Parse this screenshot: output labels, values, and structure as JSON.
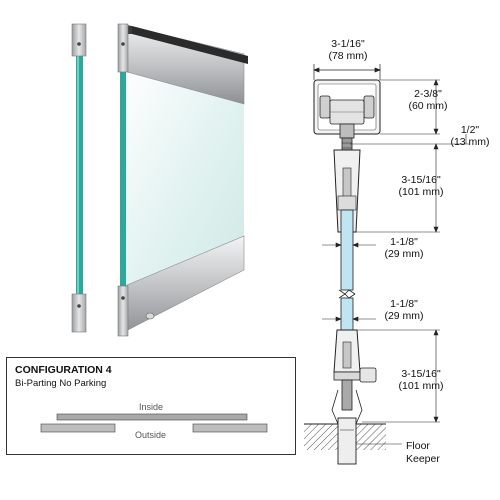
{
  "colors": {
    "glass_edge": "#2fa79b",
    "glass_face": "#dff0ee",
    "rail_metal": "#c9cbcd",
    "rail_dark": "#3a3a3a",
    "section_glass": "#bfe4f2",
    "config_panel": "#a9a9a9"
  },
  "section": {
    "top_width_frac": "3-1/16\"",
    "top_width_mm": "(78 mm)",
    "rail_height_frac": "2-3/8\"",
    "rail_height_mm": "(60 mm)",
    "gap_frac": "1/2\"",
    "gap_mm": "(13 mm)",
    "top_channel_frac": "3-15/16\"",
    "top_channel_mm": "(101 mm)",
    "upper_glass_frac": "1-1/8\"",
    "upper_glass_mm": "(29 mm)",
    "lower_glass_frac": "1-1/8\"",
    "lower_glass_mm": "(29 mm)",
    "bottom_channel_frac": "3-15/16\"",
    "bottom_channel_mm": "(101 mm)",
    "floor_keeper_line1": "Floor",
    "floor_keeper_line2": "Keeper"
  },
  "configuration": {
    "title": "CONFIGURATION 4",
    "subtitle": "Bi-Parting No Parking",
    "inside_label": "Inside",
    "outside_label": "Outside"
  }
}
